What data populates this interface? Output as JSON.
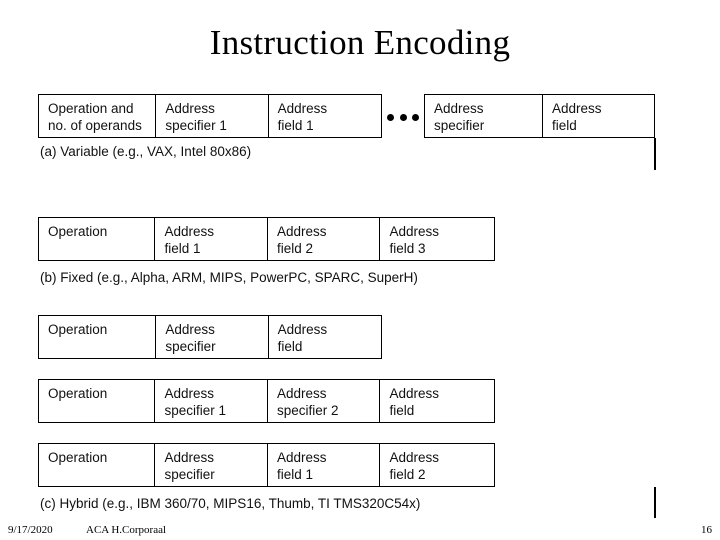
{
  "slide": {
    "title": "Instruction Encoding"
  },
  "figure": {
    "ellipsis_dots": 3,
    "variable": {
      "caption": "(a) Variable (e.g., VAX, Intel 80x86)",
      "left_group": [
        "Operation and\nno. of operands",
        "Address\nspecifier 1",
        "Address\nfield 1"
      ],
      "right_group": [
        "Address\nspecifier",
        "Address\nfield"
      ]
    },
    "fixed": {
      "caption": "(b) Fixed (e.g., Alpha, ARM, MIPS, PowerPC, SPARC, SuperH)",
      "cells": [
        "Operation",
        "Address\nfield 1",
        "Address\nfield 2",
        "Address\nfield 3"
      ]
    },
    "hybrid": {
      "caption": "(c) Hybrid (e.g., IBM 360/70,  MIPS16, Thumb, TI TMS320C54x)",
      "row1": [
        "Operation",
        "Address\nspecifier",
        "Address\nfield"
      ],
      "row2": [
        "Operation",
        "Address\nspecifier 1",
        "Address\nspecifier 2",
        "Address\nfield"
      ],
      "row3": [
        "Operation",
        "Address\nspecifier",
        "Address\nfield 1",
        "Address\nfield 2"
      ]
    }
  },
  "footer": {
    "date": "9/17/2020",
    "author": "ACA H.Corporaal",
    "page_number": "16"
  },
  "colors": {
    "background": "#ffffff",
    "ink": "#000000"
  }
}
